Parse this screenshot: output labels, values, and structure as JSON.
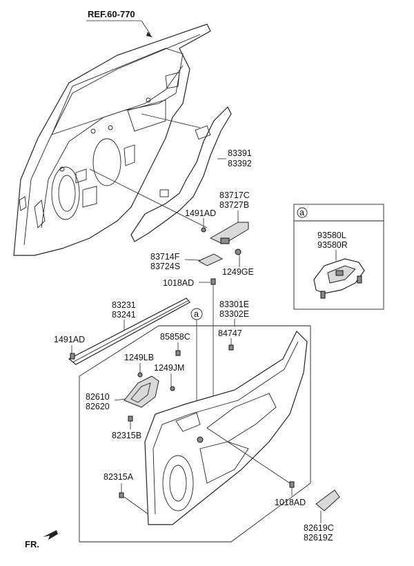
{
  "ref_label": "REF.60-770",
  "fr_label": "FR.",
  "inset_marker": "a",
  "part_labels": {
    "p83391": "83391",
    "p83392": "83392",
    "p83717C": "83717C",
    "p83727B": "83727B",
    "p1491AD_top": "1491AD",
    "p83714F": "83714F",
    "p83724S": "83724S",
    "p1249GE": "1249GE",
    "p1018AD_top": "1018AD",
    "p83231": "83231",
    "p83241": "83241",
    "p83301E": "83301E",
    "p83302E": "83302E",
    "p1491AD_left": "1491AD",
    "p85858C": "85858C",
    "p84747": "84747",
    "p1249LB": "1249LB",
    "p1249JM": "1249JM",
    "p82610": "82610",
    "p82620": "82620",
    "p82315B": "82315B",
    "p82315A": "82315A",
    "p1018AD_bottom": "1018AD",
    "p82619C": "82619C",
    "p82619Z": "82619Z",
    "p93580L": "93580L",
    "p93580R": "93580R"
  }
}
